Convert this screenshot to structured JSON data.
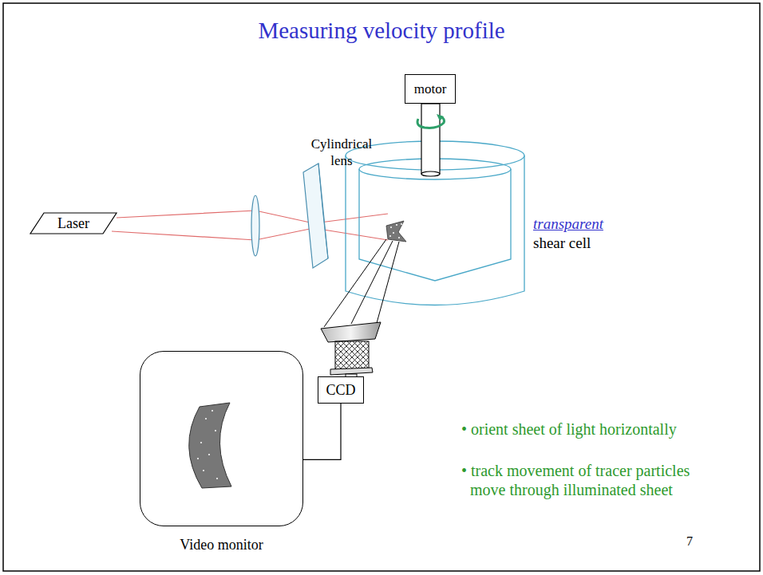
{
  "diagram": {
    "title": "Measuring velocity profile",
    "nodes": [
      {
        "text": [
          "motor"
        ]
      },
      {
        "text": [
          "Laser"
        ]
      },
      {
        "text": [
          "CCD"
        ]
      },
      {
        "text": [
          "Video monitor"
        ]
      }
    ],
    "edges": [
      {
        "from": 3,
        "to": 2,
        "arrow": "none"
      }
    ],
    "labels": [
      "Cylindrical lens",
      "transparent",
      "shear cell",
      "• orient sheet of light horizontally",
      "• track movement of tracer particles move through illuminated sheet",
      "7"
    ]
  }
}
